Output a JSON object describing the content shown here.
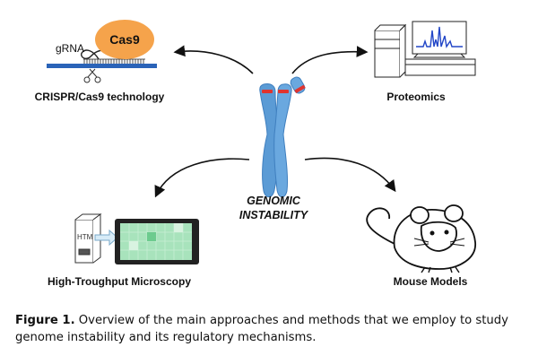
{
  "diagram": {
    "center_label_line1": "GENOMIC",
    "center_label_line2": "INSTABILITY",
    "nodes": [
      {
        "id": "crispr",
        "label": "CRISPR/Cas9 technology",
        "parts": {
          "protein": "Cas9",
          "guide": "gRNA"
        }
      },
      {
        "id": "proteomics",
        "label": "Proteomics"
      },
      {
        "id": "microscopy",
        "label": "High-Troughput Microscopy",
        "parts": {
          "device": "HTM"
        }
      },
      {
        "id": "mouse",
        "label": "Mouse Models"
      }
    ],
    "colors": {
      "chromosome": "#5b9bd5",
      "chromosome_stroke": "#3f7fbf",
      "telomere": "#e0342f",
      "cas9": "#f5a34b",
      "dna_bar": "#2a63b8",
      "arrow": "#111111",
      "plate_well": "#8fd9a8",
      "spectrum": "#2246c7"
    }
  },
  "caption": {
    "lead": "Figure 1.",
    "text": " Overview of the main approaches and methods that we employ to study genome instability and its regulatory mechanisms."
  }
}
